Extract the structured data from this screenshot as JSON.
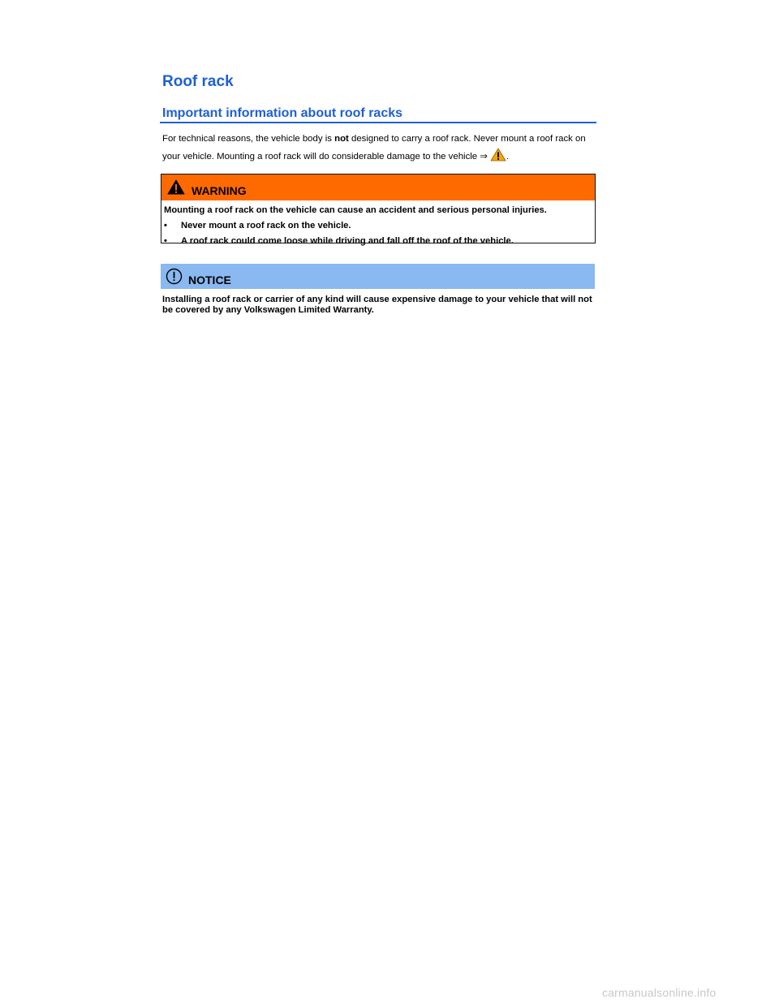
{
  "page": {
    "title": "Roof rack",
    "section_heading": "Important information about roof racks"
  },
  "intro": {
    "text_before_bold": "For technical reasons, the vehicle body is ",
    "bold_word": "not",
    "text_after_bold": " designed to carry a roof rack. Never mount a roof rack on your vehicle. Mounting a roof rack will do considerable damage to the vehicle ⇒",
    "text_end": ".",
    "reference_icon": "warning-triangle-icon"
  },
  "warning": {
    "label": "WARNING",
    "icon": "warning-triangle-icon",
    "lead": "Mounting a roof rack on the vehicle can cause an accident and serious personal injuries.",
    "bullet_char": "•",
    "items": [
      "Never mount a roof rack on the vehicle.",
      "A roof rack could come loose while driving and fall off the roof of the vehicle."
    ]
  },
  "notice": {
    "label": "NOTICE",
    "icon": "exclamation-circle-icon",
    "text": "Installing a roof rack or carrier of any kind will cause expensive damage to your vehicle that will not be covered by any Volkswagen Limited Warranty."
  },
  "watermark": {
    "text": "carmanualsonline.info"
  },
  "colors": {
    "heading_blue": "#1f5fd6",
    "warning_orange": "#ff6a00",
    "notice_blue": "#8ab8f0",
    "watermark_gray": "#c8c8c8"
  }
}
